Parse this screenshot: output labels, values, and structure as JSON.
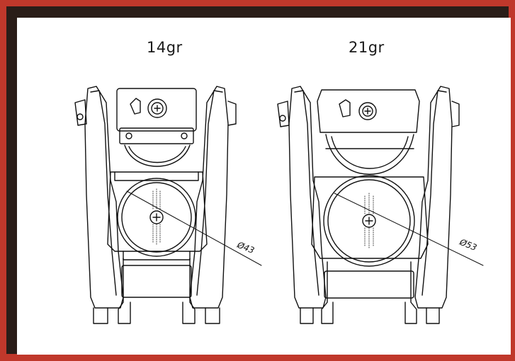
{
  "colors": {
    "frame_red": "#c0382b",
    "background_dark": "#2a1d18",
    "panel": "#ffffff",
    "line": "#111111"
  },
  "figures": [
    {
      "title": "14gr",
      "diameter_label": "Ø43",
      "icon": "drone-front-view-small-reel"
    },
    {
      "title": "21gr",
      "diameter_label": "Ø53",
      "icon": "drone-front-view-large-reel"
    }
  ]
}
